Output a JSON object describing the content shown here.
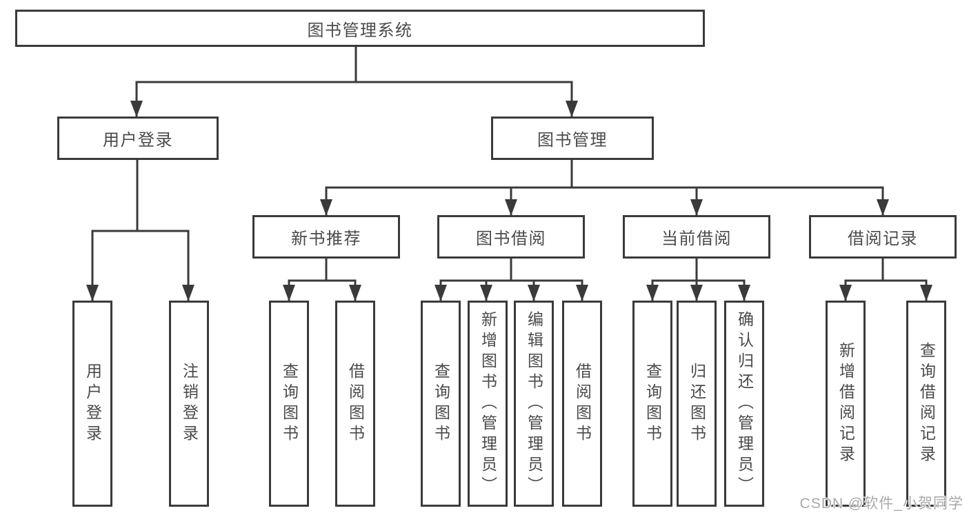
{
  "diagram": {
    "root": {
      "label": "图书管理系统",
      "children": [
        {
          "label": "用户登录",
          "children": [
            {
              "label": "用户登录"
            },
            {
              "label": "注销登录"
            }
          ]
        },
        {
          "label": "图书管理",
          "children": [
            {
              "label": "新书推荐",
              "children": [
                {
                  "label": "查询图书"
                },
                {
                  "label": "借阅图书"
                }
              ]
            },
            {
              "label": "图书借阅",
              "children": [
                {
                  "label": "查询图书"
                },
                {
                  "label": "新增图书（管理员）"
                },
                {
                  "label": "编辑图书（管理员）"
                },
                {
                  "label": "借阅图书"
                }
              ]
            },
            {
              "label": "当前借阅",
              "children": [
                {
                  "label": "查询图书"
                },
                {
                  "label": "归还图书"
                },
                {
                  "label": "确认归还（管理员）"
                }
              ]
            },
            {
              "label": "借阅记录",
              "children": [
                {
                  "label": "新增借阅记录"
                },
                {
                  "label": "查询借阅记录"
                }
              ]
            }
          ]
        }
      ]
    }
  },
  "watermark": {
    "text": "CSDN @软件_小贺同学"
  },
  "colors": {
    "line": "#3a3a3a",
    "text": "#4a4a4a",
    "watermark": "#a9a9a9",
    "background": "#ffffff"
  }
}
